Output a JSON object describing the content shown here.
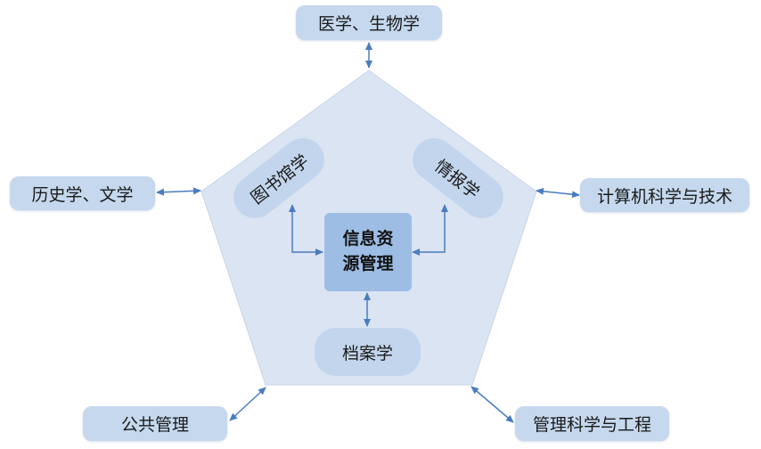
{
  "center": {
    "label": "信息资源管理"
  },
  "inner_nodes": {
    "library": "图书馆学",
    "intelligence": "情报学",
    "archives": "档案学"
  },
  "outer_nodes": {
    "medicine_biology": "医学、生物学",
    "history_literature": "历史学、文学",
    "computer_science": "计算机科学与技术",
    "public_management": "公共管理",
    "management_science": "管理科学与工程"
  },
  "colors": {
    "pentagon_fill": "#dbe4f3",
    "pentagon_stroke": "#c9d5ea",
    "box_fill": "#c5d8ee",
    "center_fill": "#9dbde4",
    "arrow": "#4a7cc0"
  }
}
